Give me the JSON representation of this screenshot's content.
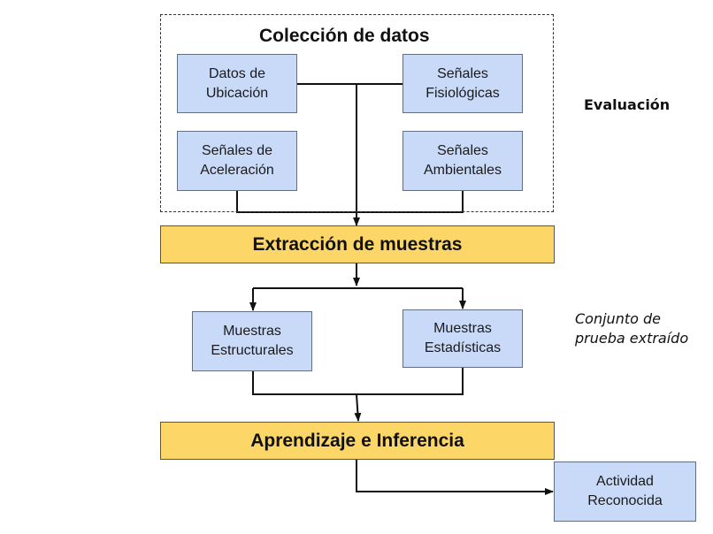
{
  "colors": {
    "box_fill": "#c9daf8",
    "band_fill": "#fcd667",
    "line": "#111111"
  },
  "collection": {
    "title": "Colección de datos",
    "location": "Datos de\nUbicación",
    "physiological": "Señales\nFisiológicas",
    "acceleration": "Señales de\nAceleración",
    "environmental": "Señales\nAmbientales"
  },
  "evaluation_label": "Evaluación",
  "extraction": "Extracción de muestras",
  "samples": {
    "structural": "Muestras\nEstructurales",
    "statistical": "Muestras\nEstadísticas"
  },
  "test_set_label": "Conjunto de\nprueba extraído",
  "learning": "Aprendizaje e Inferencia",
  "output": "Actividad\nReconocida"
}
